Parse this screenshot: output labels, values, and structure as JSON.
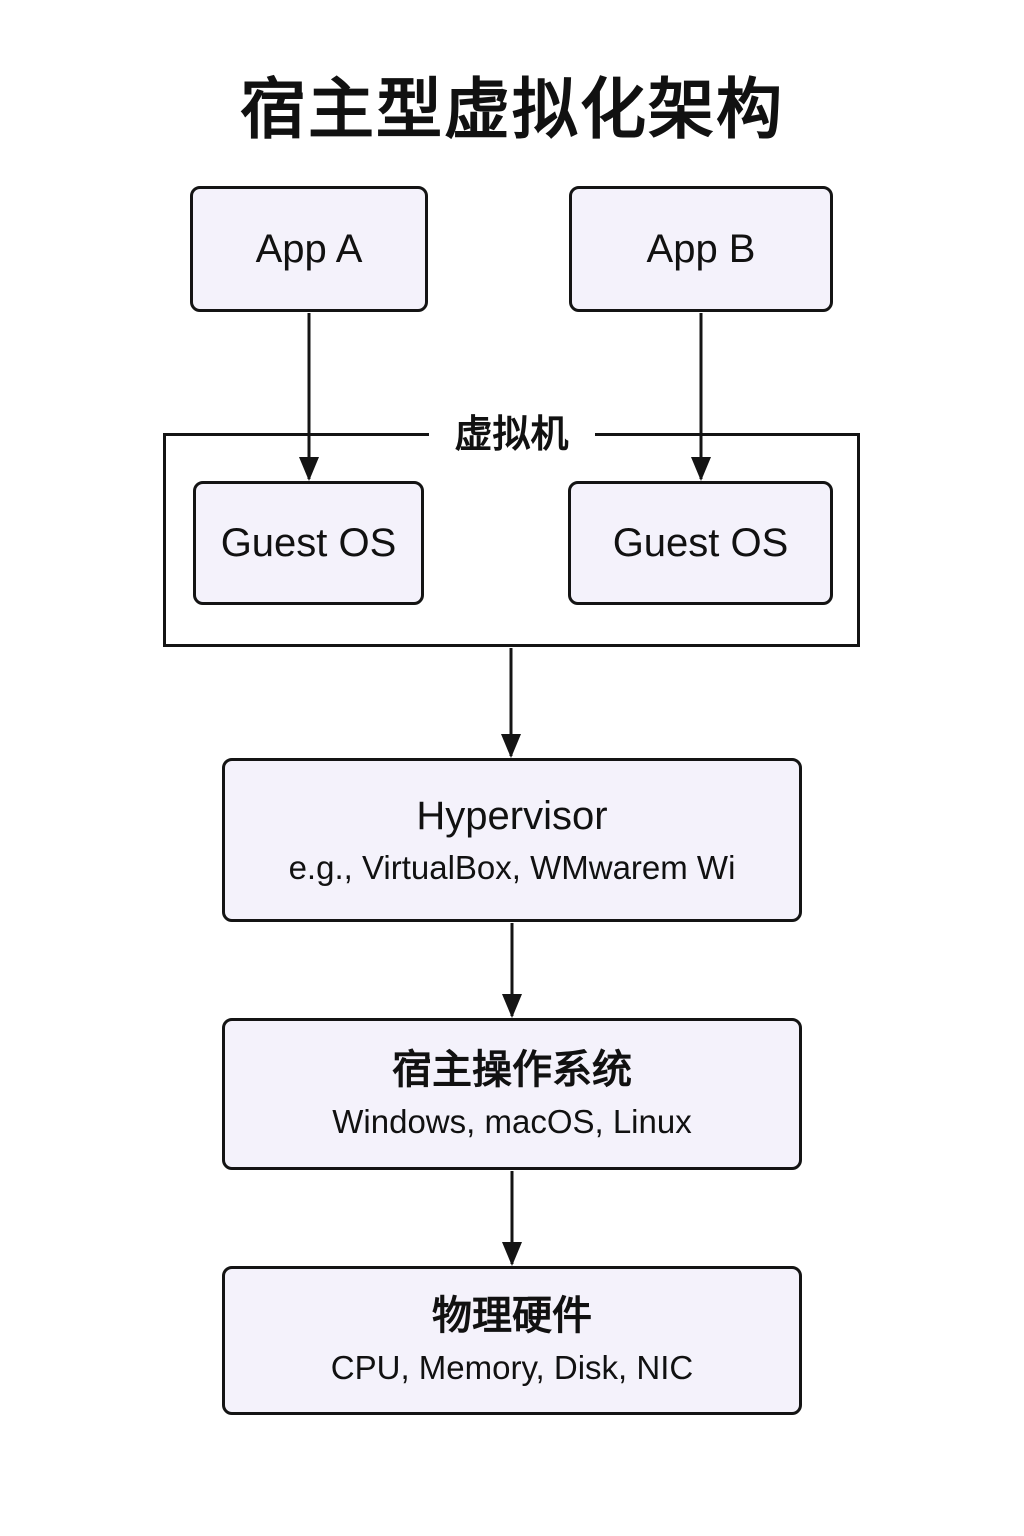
{
  "title": "宿主型虚拟化架构",
  "nodes": {
    "app_a": {
      "label": "App A"
    },
    "app_b": {
      "label": "App B"
    },
    "vm_group": {
      "label": "虚拟机"
    },
    "guest_os_a": {
      "label": "Guest OS"
    },
    "guest_os_b": {
      "label": "Guest OS"
    },
    "hypervisor": {
      "title": "Hypervisor",
      "subtitle": "e.g., VirtualBox, WMwarem Wi"
    },
    "host_os": {
      "title": "宿主操作系统",
      "subtitle": "Windows, macOS, Linux"
    },
    "hardware": {
      "title": "物理硬件",
      "subtitle": "CPU, Memory, Disk, NIC"
    }
  },
  "colors": {
    "background": "#ffffff",
    "node_fill": "#f4f2fb",
    "node_border": "#141414",
    "text": "#111111"
  }
}
